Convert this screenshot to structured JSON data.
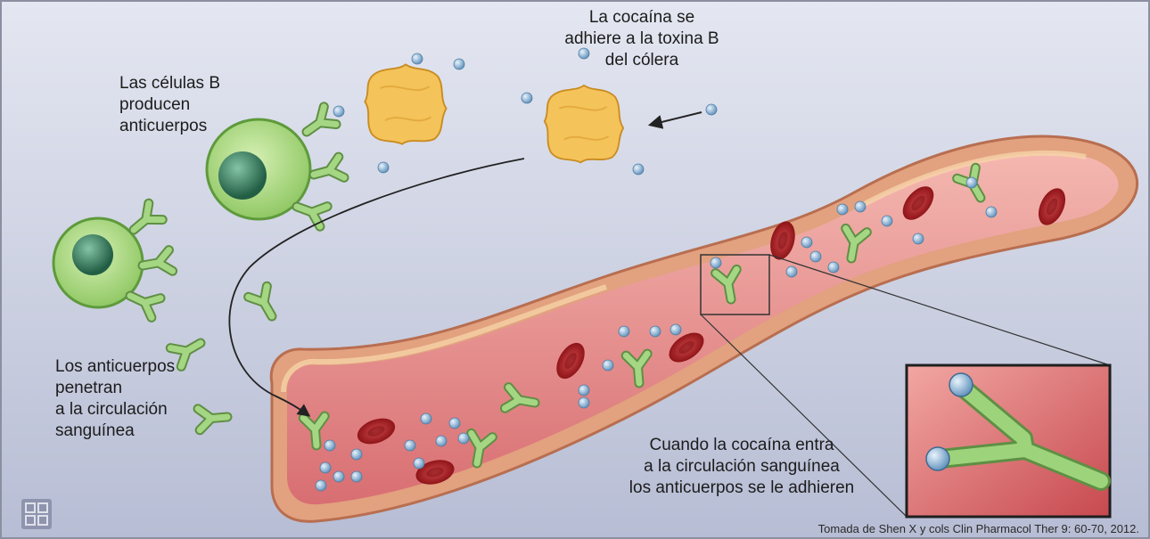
{
  "labels": {
    "b_cells": [
      "Las células B",
      "producen",
      "anticuerpos"
    ],
    "cocaine_toxin": [
      "La cocaína se",
      "adhiere a la toxina B",
      "del cólera"
    ],
    "antibodies_enter": [
      "Los anticuerpos",
      "penetran",
      "a la circulación",
      "sanguínea"
    ],
    "cocaine_enters": [
      "Cuando la cocaína entra",
      "a la circulación sanguínea",
      "los anticuerpos se le adhieren"
    ]
  },
  "credit": "Tomada de Shen X y cols Clin Pharmacol Ther 9: 60-70, 2012.",
  "colors": {
    "background": "#c8cde0",
    "b_cell": "#a9d87d",
    "nucleus": "#2f7a5c",
    "antibody": "#8cc46a",
    "toxin": "#f3bf52",
    "cocaine": "#8fb8da",
    "vessel_wall": "#e6a98c",
    "vessel_lumen": "#e98c8c",
    "red_cell": "#b8242a"
  }
}
